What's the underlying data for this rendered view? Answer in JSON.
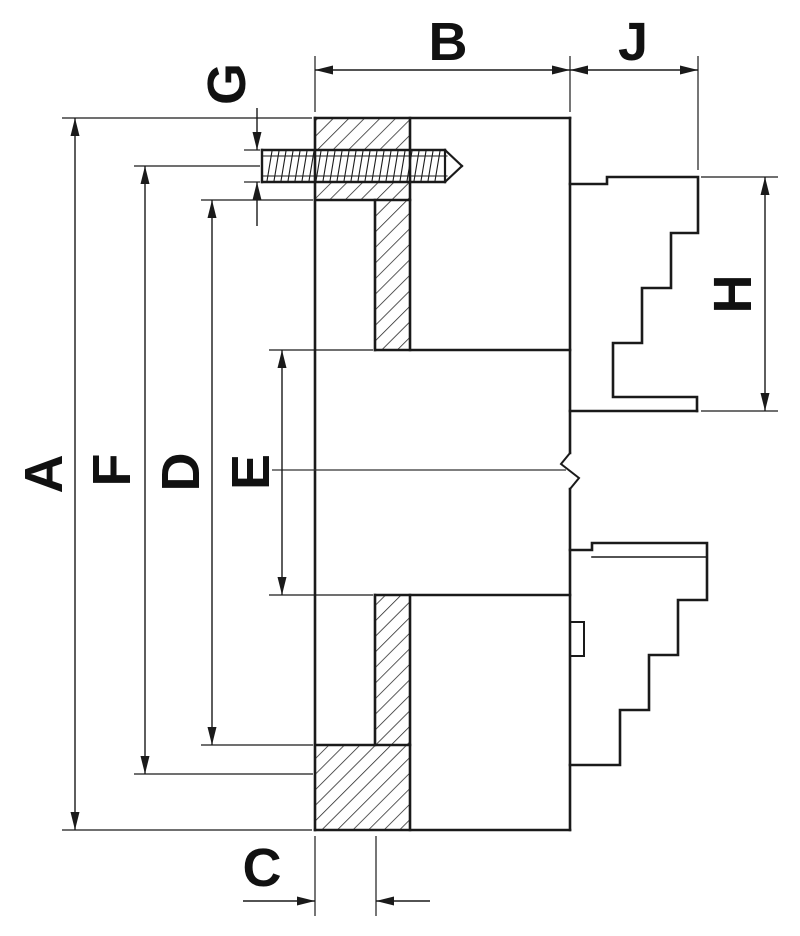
{
  "page": {
    "background_color": "#ffffff",
    "line_color": "#1a1a1a"
  },
  "drawing": {
    "type": "technical-drawing",
    "dimension_labels": {
      "A": "A",
      "B": "B",
      "C": "C",
      "D": "D",
      "E": "E",
      "F": "F",
      "G": "G",
      "H": "H",
      "J": "J"
    }
  }
}
